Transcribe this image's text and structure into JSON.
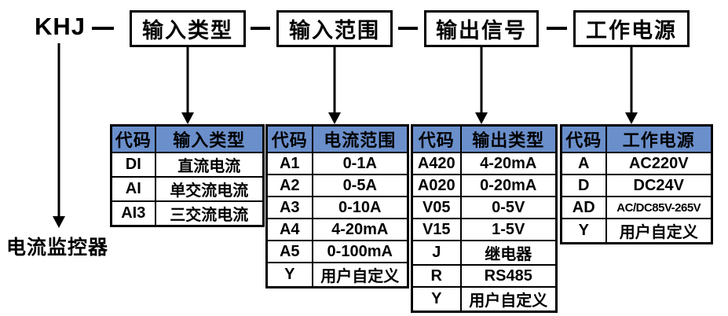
{
  "model": {
    "code": "KHJ",
    "product_name": "电流监控器"
  },
  "top_boxes": [
    {
      "label": "输入类型"
    },
    {
      "label": "输入范围"
    },
    {
      "label": "输出信号"
    },
    {
      "label": "工作电源"
    }
  ],
  "colors": {
    "header_bg": "#6A8FCB",
    "line": "#000000",
    "background": "#FFFFFF"
  },
  "tables": [
    {
      "headers": [
        "代码",
        "输入类型"
      ],
      "rows": [
        [
          "DI",
          "直流电流"
        ],
        [
          "AI",
          "单交流电流"
        ],
        [
          "AI3",
          "三交流电流"
        ]
      ]
    },
    {
      "headers": [
        "代码",
        "电流范围"
      ],
      "rows": [
        [
          "A1",
          "0-1A"
        ],
        [
          "A2",
          "0-5A"
        ],
        [
          "A3",
          "0-10A"
        ],
        [
          "A4",
          "4-20mA"
        ],
        [
          "A5",
          "0-100mA"
        ],
        [
          "Y",
          "用户自定义"
        ]
      ]
    },
    {
      "headers": [
        "代码",
        "输出类型"
      ],
      "rows": [
        [
          "A420",
          "4-20mA"
        ],
        [
          "A020",
          "0-20mA"
        ],
        [
          "V05",
          "0-5V"
        ],
        [
          "V15",
          "1-5V"
        ],
        [
          "J",
          "继电器"
        ],
        [
          "R",
          "RS485"
        ],
        [
          "Y",
          "用户自定义"
        ]
      ]
    },
    {
      "headers": [
        "代码",
        "工作电源"
      ],
      "rows": [
        [
          "A",
          "AC220V"
        ],
        [
          "D",
          "DC24V"
        ],
        [
          "AD",
          "AC/DC85V-265V"
        ],
        [
          "Y",
          "用户自定义"
        ]
      ]
    }
  ]
}
